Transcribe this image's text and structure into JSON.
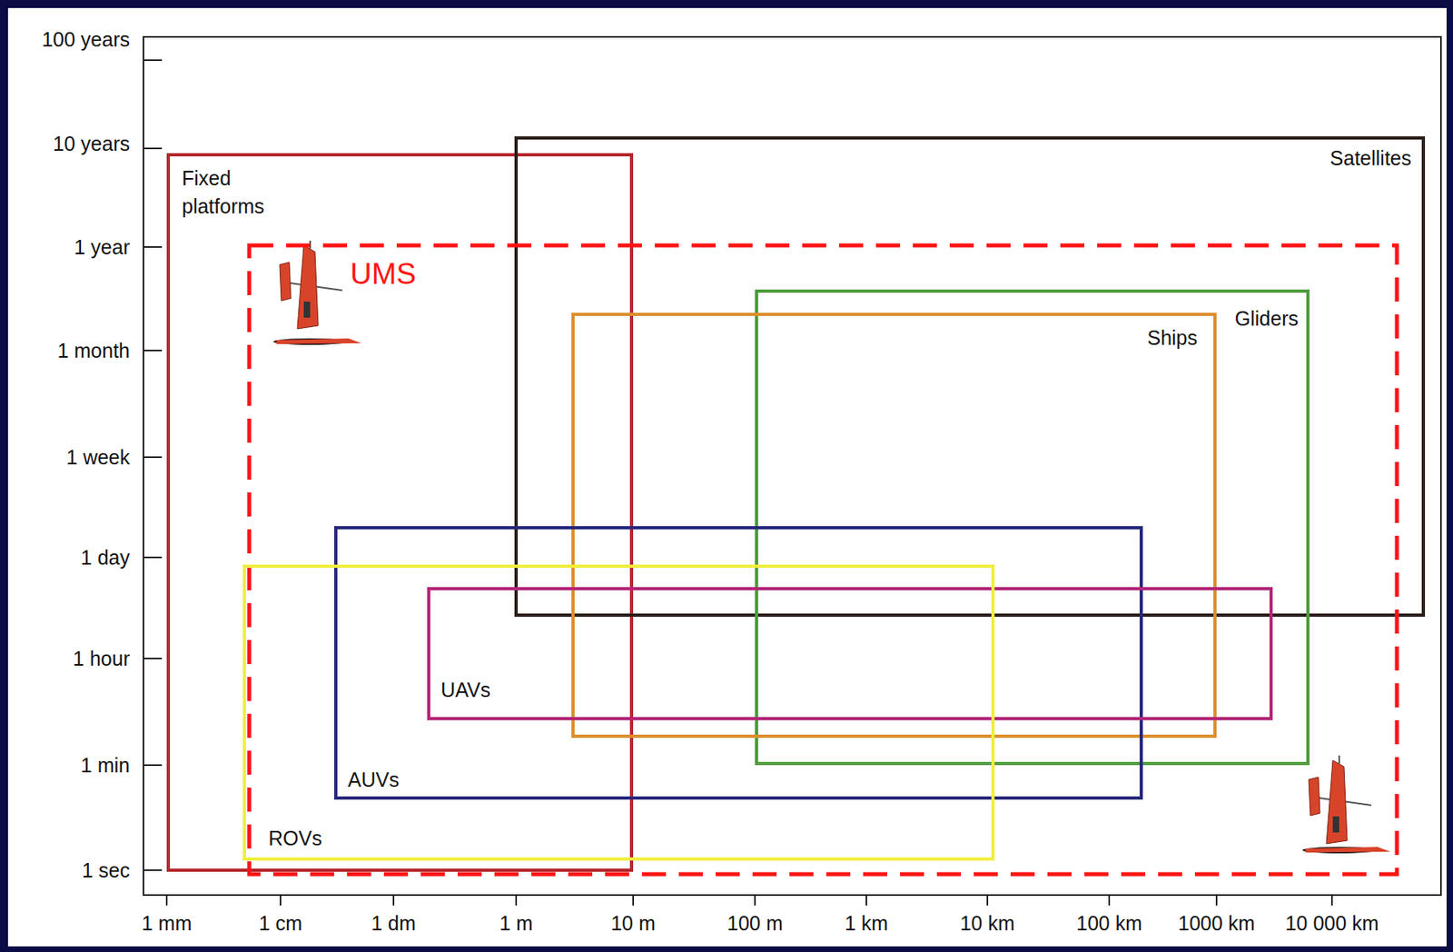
{
  "diagram": {
    "nodes": [
      {
        "text": [
          "Fixed platforms"
        ]
      },
      {
        "text": [
          "Satellites"
        ]
      },
      {
        "text": [
          "UMS"
        ]
      },
      {
        "text": [
          "Gliders"
        ],
        "in": 2
      },
      {
        "text": [
          "Ships"
        ],
        "in": 2
      },
      {
        "text": [
          "AUVs"
        ],
        "in": 2
      },
      {
        "text": [
          "UAVs"
        ],
        "in": 2
      },
      {
        "text": [
          "ROVs"
        ]
      }
    ],
    "labels": [
      "100 years",
      "10 years",
      "1 year",
      "1 month",
      "1 week",
      "1 day",
      "1 hour",
      "1 min",
      "1 sec",
      "1 mm",
      "1 cm",
      "1 dm",
      "1 m",
      "10 m",
      "100 m",
      "1 km",
      "10 km",
      "100 km",
      "1000 km",
      "10 000 km"
    ]
  }
}
